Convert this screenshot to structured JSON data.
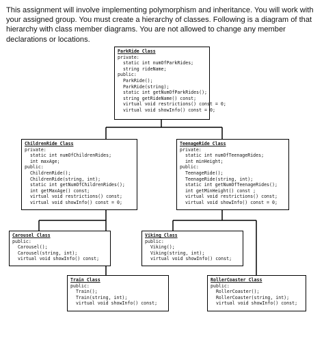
{
  "intro_lines": [
    "This assignment will involve implementing polymorphism and inheritance. You will work with",
    "your assigned group. You must create a hierarchy of classes. Following is a diagram of that",
    "hierarchy with class member diagrams. You are not allowed to change any member",
    "declarations or locations."
  ],
  "classes": {
    "parkride": {
      "title": "ParkRide Class",
      "lines": [
        "private:",
        "  static int numOfParkRides;",
        "  string rideName;",
        "public:",
        "  ParkRide();",
        "  ParkRide(string);",
        "  static int getNumOfParkRides();",
        "  string getRideName() const;",
        "  virtual void restrictions() const = 0;",
        "  virtual void showInfo() const = 0;"
      ]
    },
    "childrenride": {
      "title": "ChildrenRide Class",
      "lines": [
        "private:",
        "  static int numOfChildrenRides;",
        "  int maxAge;",
        "public:",
        "  ChildrenRide();",
        "  ChildrenRide(string, int);",
        "  static int getNumOfChildrenRides();",
        "  int getMaxAge() const;",
        "  virtual void restrictions() const;",
        "  virtual void showInfo() const = 0;"
      ]
    },
    "teenageride": {
      "title": "TeenageRide Class",
      "lines": [
        "private:",
        "  static int numOfTeenageRides;",
        "  int minHeight;",
        "public:",
        "  TeenageRide();",
        "  TeenageRide(string, int);",
        "  static int getNumOfTeenageRides();",
        "  int getMinHeight() const ;",
        "  virtual void restrictions() const;",
        "  virtual void showInfo() const = 0;"
      ]
    },
    "carousel": {
      "title": "Carousel Class",
      "lines": [
        "public:",
        "  Carousel();",
        "  Carousel(string, int);",
        "  virtual void showInfo() const;"
      ]
    },
    "viking": {
      "title": "Viking Class",
      "lines": [
        "public:",
        "  Viking();",
        "  Viking(string, int);",
        "  virtual void showInfo() const;"
      ]
    },
    "train": {
      "title": "Train Class",
      "lines": [
        "public:",
        "  Train();",
        "  Train(string, int);",
        "  virtual void showInfo() const;"
      ]
    },
    "rollercoaster": {
      "title": "RollerCoaster Class",
      "lines": [
        "public:",
        "  RollerCoaster();",
        "  RollerCoaster(string, int);",
        "  virtual void showInfo() const;"
      ]
    }
  }
}
